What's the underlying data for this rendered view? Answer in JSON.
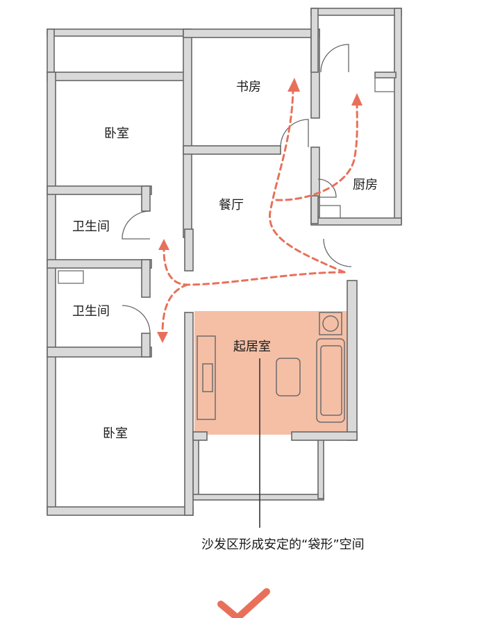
{
  "rooms": {
    "bedroom_top": "卧室",
    "study": "书房",
    "bathroom_top": "卫生间",
    "dining": "餐厅",
    "kitchen": "厨房",
    "bathroom_bottom": "卫生间",
    "living": "起居室",
    "bedroom_bottom": "卧室"
  },
  "annotation": "沙发区形成安定的“袋形”空间",
  "colors": {
    "highlight": "#f5bfa6",
    "arrow": "#e8705a",
    "wall": "#d9d9d9"
  }
}
